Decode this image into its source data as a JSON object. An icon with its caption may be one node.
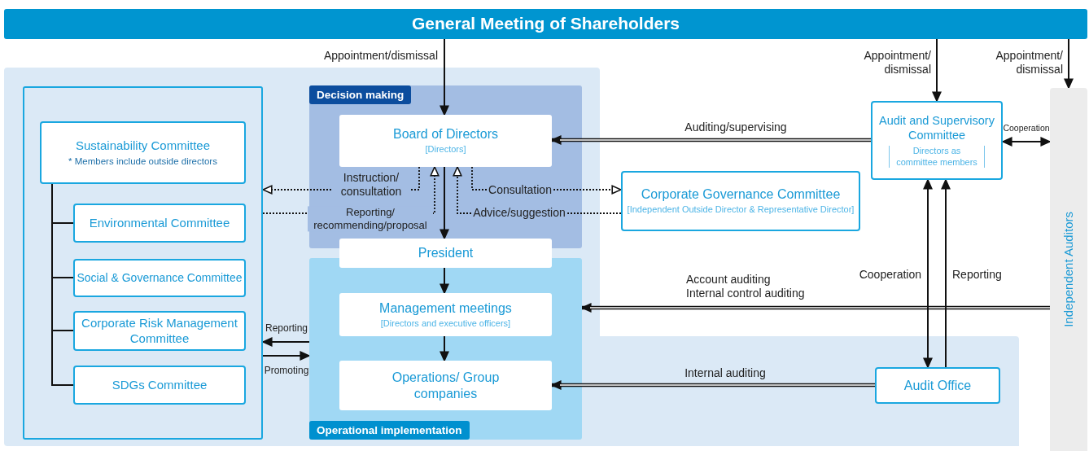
{
  "diagram": {
    "nodes": [
      {
        "text": [
          "General Meeting of Shareholders"
        ]
      },
      {
        "text": [],
        "shape": "box"
      },
      {
        "text": [
          "Sustainability Committee",
          "* Members include outside directors"
        ],
        "in": 1
      },
      {
        "text": [
          "Environmental Committee"
        ],
        "in": 1
      },
      {
        "text": [
          "Social & Governance Committee"
        ],
        "in": 1
      },
      {
        "text": [
          "Corporate Risk Management Committee"
        ],
        "in": 1
      },
      {
        "text": [
          "SDGs Committee"
        ],
        "in": 1
      },
      {
        "text": [
          "Decision making"
        ]
      },
      {
        "text": [
          "Board of Directors",
          "[Directors]"
        ],
        "in": 7
      },
      {
        "text": [
          "Operational implementation"
        ]
      },
      {
        "text": [
          "President"
        ]
      },
      {
        "text": [
          "Management meetings",
          "[Directors and executive officers]"
        ],
        "in": 9
      },
      {
        "text": [
          "Operations/ Group companies"
        ],
        "in": 9
      },
      {
        "text": [
          "Corporate Governance Committee",
          "[Independent Outside Director & Representative Director]"
        ]
      },
      {
        "text": [
          "Audit and Supervisory Committee",
          "Directors as committee members"
        ]
      },
      {
        "text": [
          "Audit Office"
        ]
      },
      {
        "text": [
          "Independent Auditors"
        ]
      }
    ],
    "edges": [
      {
        "from": 0,
        "to": 8,
        "arrow": "to",
        "label": "Appointment/dismissal"
      },
      {
        "from": 0,
        "to": 14,
        "arrow": "to",
        "label": "Appointment/ dismissal"
      },
      {
        "from": 0,
        "to": 16,
        "arrow": "to",
        "label": "Appointment/ dismissal"
      },
      {
        "from": 14,
        "to": 8,
        "arrow": "to",
        "label": "Auditing/supervising",
        "style": "thick"
      },
      {
        "from": 14,
        "to": 16,
        "arrow": "both",
        "label": "Cooperation"
      },
      {
        "from": 8,
        "to": 1,
        "arrow": "to",
        "label": "Instruction/ consultation",
        "style": "dashed"
      },
      {
        "from": 1,
        "to": 8,
        "arrow": "to",
        "label": "Reporting/ recommending/proposal",
        "style": "dashed"
      },
      {
        "from": 8,
        "to": 13,
        "arrow": "to",
        "label": "Consultation",
        "style": "dashed"
      },
      {
        "from": 13,
        "to": 8,
        "arrow": "to",
        "label": "Advice/suggestion",
        "style": "dashed"
      },
      {
        "from": 8,
        "to": 10,
        "arrow": "to"
      },
      {
        "from": 10,
        "to": 11,
        "arrow": "to"
      },
      {
        "from": 11,
        "to": 12,
        "arrow": "to"
      },
      {
        "from": 9,
        "to": 1,
        "arrow": "to",
        "label": "Reporting"
      },
      {
        "from": 1,
        "to": 9,
        "arrow": "to",
        "label": "Promoting"
      },
      {
        "from": 16,
        "to": 9,
        "arrow": "to",
        "label": "Account auditing Internal control auditing",
        "style": "thick"
      },
      {
        "from": 15,
        "to": 12,
        "arrow": "to",
        "label": "Internal auditing",
        "style": "thick"
      },
      {
        "from": 14,
        "to": 15,
        "arrow": "both",
        "label": "Cooperation"
      },
      {
        "from": 15,
        "to": 14,
        "arrow": "to",
        "label": "Reporting"
      },
      {
        "from": 2,
        "to": 3,
        "arrow": "none"
      },
      {
        "from": 2,
        "to": 4,
        "arrow": "none"
      },
      {
        "from": 2,
        "to": 5,
        "arrow": "none"
      },
      {
        "from": 2,
        "to": 6,
        "arrow": "none"
      }
    ]
  }
}
